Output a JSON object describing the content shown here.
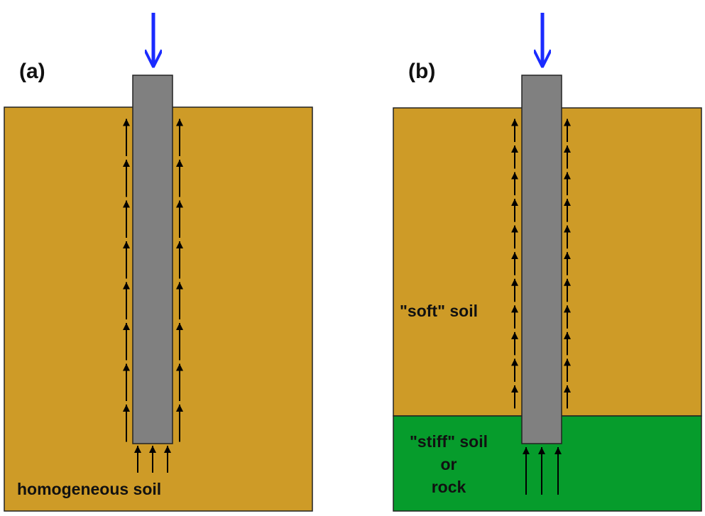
{
  "panels": [
    {
      "label": "(a)",
      "layers": [
        {
          "label": "homogeneous soil",
          "color": "#CE9B27"
        }
      ]
    },
    {
      "label": "(b)",
      "layers": [
        {
          "label": "\"soft\" soil",
          "color": "#CE9B27"
        },
        {
          "label_lines": [
            "\"stiff\" soil",
            "or",
            "rock"
          ],
          "color": "#069C2C"
        }
      ]
    }
  ],
  "colors": {
    "load_arrow": "#1A2BFF",
    "pile": "#808080",
    "friction_arrow": "#000000"
  },
  "icons": [
    "load-arrow-icon",
    "shaft-friction-arrow-icon",
    "end-bearing-arrow-icon"
  ]
}
